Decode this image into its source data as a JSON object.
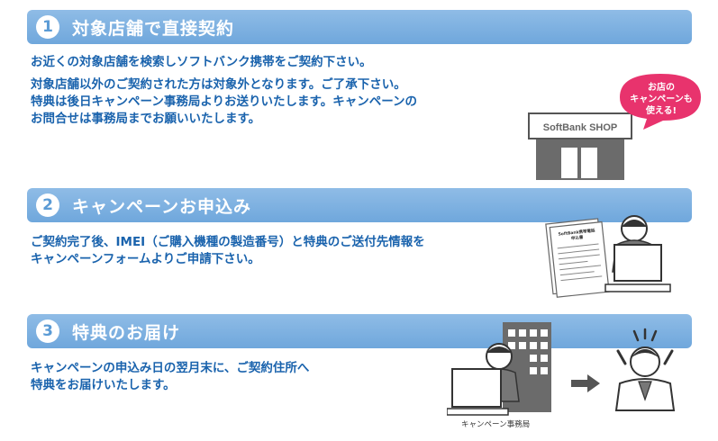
{
  "step1": {
    "number": "1",
    "title": "対象店舗で直接契約",
    "line1": "お近くの対象店舗を検索しソフトバンク携帯をご契約下さい。",
    "line2": "対象店舗以外のご契約された方は対象外となります。ご了承下さい。",
    "line3": "特典は後日キャンペーン事務局よりお送りいたします。キャンペーンの",
    "line4": "お問合せは事務局までお願いいたします。",
    "shop_sign": "SoftBank SHOP",
    "bubble_line1": "お店の",
    "bubble_line2": "キャンペーンも",
    "bubble_line3": "使える!"
  },
  "step2": {
    "number": "2",
    "title": "キャンペーンお申込み",
    "line1": "ご契約完了後、IMEI（ご購入機種の製造番号）と特典のご送付先情報を",
    "line2": "キャンペーンフォームよりご申請下さい。",
    "doc_title_line1": "SoftBank携帯電話",
    "doc_title_line2": "申込書"
  },
  "step3": {
    "number": "3",
    "title": "特典のお届け",
    "line1": "キャンペーンの申込み日の翌月末に、ご契約住所へ",
    "line2": "特典をお届けいたします。",
    "office_caption": "キャンペーン事務局"
  },
  "colors": {
    "bar": "#6fa7dc",
    "text": "#1a63ad",
    "bubble": "#e8336d",
    "shop": "#666666"
  }
}
